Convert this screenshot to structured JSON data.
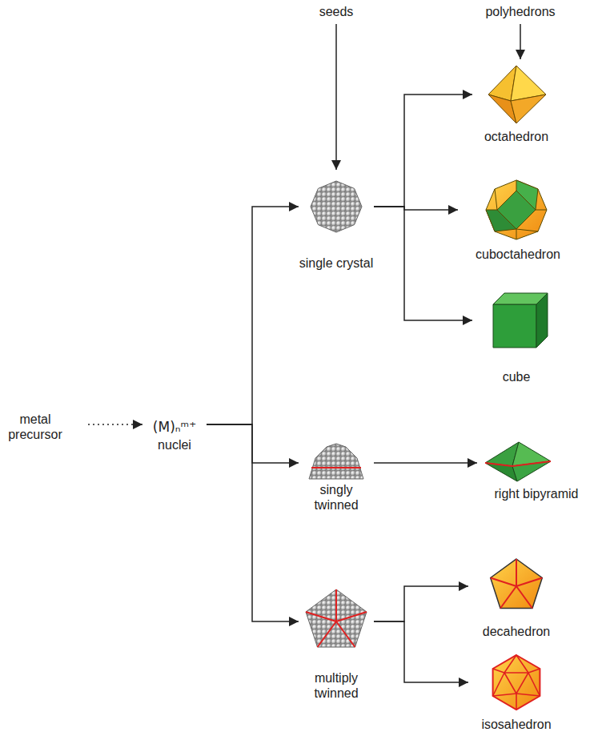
{
  "diagram": {
    "nodes": [
      {
        "text": [
          "metal precursor"
        ]
      },
      {
        "text": [
          "(M)ₙᵐ⁺",
          "nuclei"
        ]
      },
      {
        "text": [
          "single crystal"
        ]
      },
      {
        "text": [
          "singly twinned"
        ]
      },
      {
        "text": [
          "multiply twinned"
        ]
      },
      {
        "text": [
          "octahedron"
        ]
      },
      {
        "text": [
          "cuboctahedron"
        ]
      },
      {
        "text": [
          "cube"
        ]
      },
      {
        "text": [
          "right bipyramid"
        ]
      },
      {
        "text": [
          "decahedron"
        ]
      },
      {
        "text": [
          "isosahedron"
        ]
      }
    ],
    "edges": [
      {
        "from": 0,
        "to": 1,
        "arrow": "to"
      },
      {
        "from": 1,
        "to": 2,
        "arrow": "to"
      },
      {
        "from": 1,
        "to": 3,
        "arrow": "to"
      },
      {
        "from": 1,
        "to": 4,
        "arrow": "to"
      },
      {
        "from": 2,
        "to": 5,
        "arrow": "to"
      },
      {
        "from": 2,
        "to": 6,
        "arrow": "to"
      },
      {
        "from": 2,
        "to": 7,
        "arrow": "to"
      },
      {
        "from": 3,
        "to": 8,
        "arrow": "to"
      },
      {
        "from": 4,
        "to": 9,
        "arrow": "to"
      },
      {
        "from": 4,
        "to": 10,
        "arrow": "to"
      }
    ],
    "labels": [
      "seeds",
      "polyhedrons"
    ]
  }
}
